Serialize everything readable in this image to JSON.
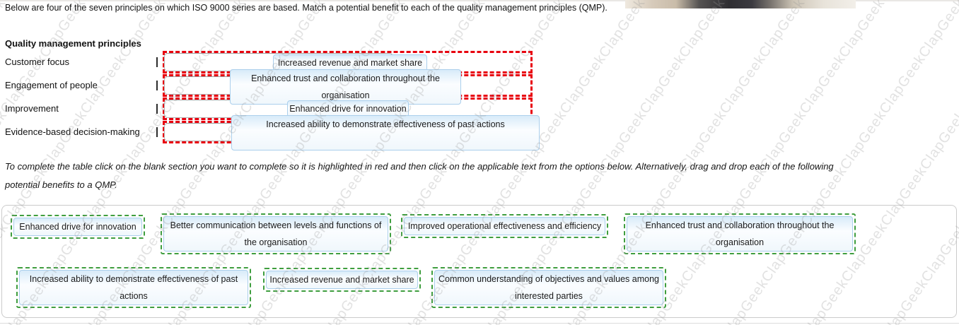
{
  "watermark": {
    "text": "ClapGeek"
  },
  "intro": "Below are four of the seven principles on which ISO 9000 series are based. Match a potential benefit to each of the quality management principles (QMP).",
  "table": {
    "heading": "Quality management principles",
    "rows": [
      {
        "principle": "Customer focus",
        "answer": "Increased revenue and market share"
      },
      {
        "principle": "Engagement of people",
        "answer": "Enhanced trust and collaboration throughout the organisation"
      },
      {
        "principle": "Improvement",
        "answer": "Enhanced drive for innovation"
      },
      {
        "principle": "Evidence-based decision-making",
        "answer": "Increased ability to demonstrate effectiveness of past actions"
      }
    ]
  },
  "instructions": "To complete the table click on the blank section you want to complete so it is highlighted in red and then click on the applicable text from the options below. Alternatively, drag and drop each of the following potential benefits to a QMP.",
  "options": [
    "Enhanced drive for innovation",
    "Better communication between levels and functions of the organisation",
    "Improved operational effectiveness and efficiency",
    "Enhanced trust and collaboration throughout the organisation",
    "Increased ability to demonstrate effectiveness of past actions",
    "Increased revenue and market share",
    "Common understanding of objectives and values among interested parties"
  ],
  "colors": {
    "highlight_red": "#e8000e",
    "option_green": "#3f9e3f",
    "card_border_blue": "#abcfec",
    "card_fill_blue": "#d8ebf9"
  }
}
